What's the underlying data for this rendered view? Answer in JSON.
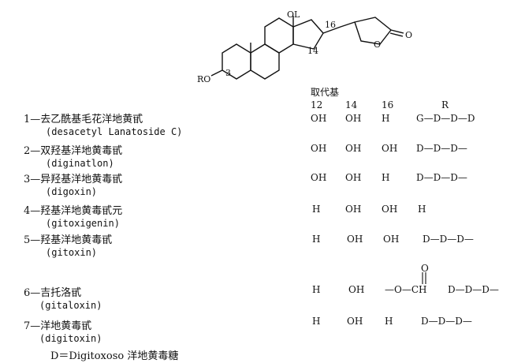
{
  "structure": {
    "label_12": "OL",
    "label_16": "16",
    "label_14": "14",
    "label_3": "3",
    "label_ro": "RO",
    "label_o_ring": "O",
    "label_o_carbonyl": "O"
  },
  "table_header": {
    "title": "取代基",
    "col_12": "12",
    "col_14": "14",
    "col_16": "16",
    "col_r": "R"
  },
  "compounds": [
    {
      "cn": "1—去乙酰基毛花洋地黄甙",
      "en": "(desacetyl Lanatoside C)",
      "c12": "OH",
      "c14": "OH",
      "c16": "H",
      "r": "G—D—D—D"
    },
    {
      "cn": "2—双羟基洋地黄毒甙",
      "en": "(diginatlon)",
      "c12": "OH",
      "c14": "OH",
      "c16": "OH",
      "r": "D—D—D—"
    },
    {
      "cn": "3—异羟基洋地黄毒甙",
      "en": "(digoxin)",
      "c12": "OH",
      "c14": "OH",
      "c16": "H",
      "r": "D—D—D—"
    },
    {
      "cn": "4—羟基洋地黄毒甙元",
      "en": "(gitoxigenin)",
      "c12": "H",
      "c14": "OH",
      "c16": "OH",
      "r": "H"
    },
    {
      "cn": "5—羟基洋地黄毒甙",
      "en": "(gitoxin)",
      "c12": "H",
      "c14": "OH",
      "c16": "OH",
      "r": "D—D—D—"
    },
    {
      "cn": "6—吉托洛甙",
      "en": "(gitaloxin)",
      "c12": "H",
      "c14": "OH",
      "c16": "—O—CH",
      "c16_top": "O",
      "r": "D—D—D—"
    },
    {
      "cn": "7—洋地黄毒甙",
      "en": "(digitoxin)",
      "c12": "H",
      "c14": "OH",
      "c16": "H",
      "r": "D—D—D—"
    }
  ],
  "footnote": "D＝Digitoxoso 洋地黄毒糖"
}
